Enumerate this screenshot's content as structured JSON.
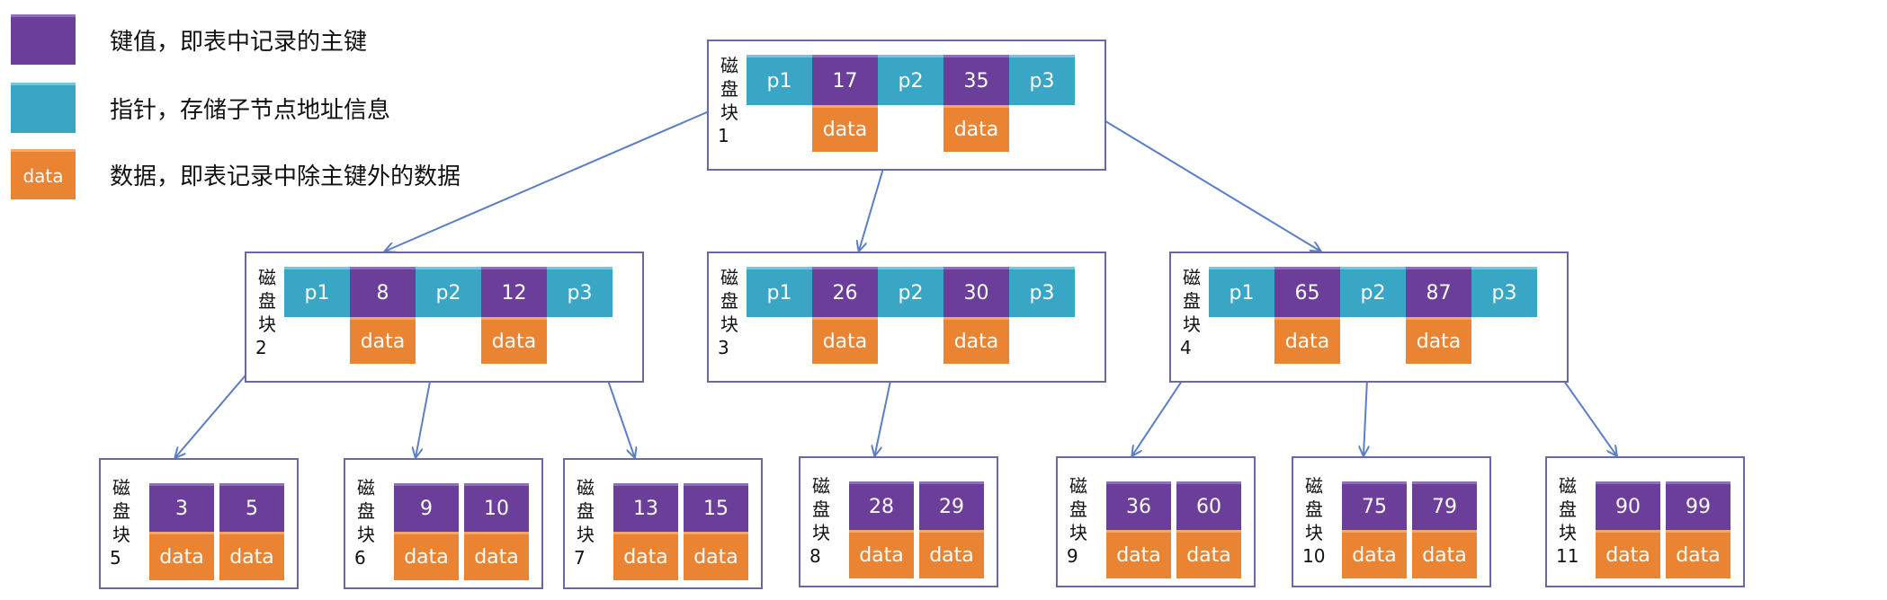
{
  "colors": {
    "key": "#6b3f99",
    "pointer": "#3aa6c6",
    "data": "#ea8432",
    "border": "#6a6aa0",
    "arrow": "#5b7fc4"
  },
  "legend": [
    {
      "type": "key",
      "swatch": "",
      "text": "键值，即表中记录的主键"
    },
    {
      "type": "pointer",
      "swatch": "",
      "text": "指针，存储子节点地址信息"
    },
    {
      "type": "data",
      "swatch": "data",
      "text": "数据，即表记录中除主键外的数据"
    }
  ],
  "block_label": "磁盘块",
  "data_label": "data",
  "internal_nodes": [
    {
      "num": "1",
      "pointers": [
        "p1",
        "p2",
        "p3"
      ],
      "keys": [
        "17",
        "35"
      ]
    },
    {
      "num": "2",
      "pointers": [
        "p1",
        "p2",
        "p3"
      ],
      "keys": [
        "8",
        "12"
      ]
    },
    {
      "num": "3",
      "pointers": [
        "p1",
        "p2",
        "p3"
      ],
      "keys": [
        "26",
        "30"
      ]
    },
    {
      "num": "4",
      "pointers": [
        "p1",
        "p2",
        "p3"
      ],
      "keys": [
        "65",
        "87"
      ]
    }
  ],
  "leaf_nodes": [
    {
      "num": "5",
      "keys": [
        "3",
        "5"
      ]
    },
    {
      "num": "6",
      "keys": [
        "9",
        "10"
      ]
    },
    {
      "num": "7",
      "keys": [
        "13",
        "15"
      ]
    },
    {
      "num": "8",
      "keys": [
        "28",
        "29"
      ]
    },
    {
      "num": "9",
      "keys": [
        "36",
        "60"
      ]
    },
    {
      "num": "10",
      "keys": [
        "75",
        "79"
      ]
    },
    {
      "num": "11",
      "keys": [
        "90",
        "99"
      ]
    }
  ],
  "edges": [
    {
      "from": "1",
      "pointer": 0,
      "to": "2"
    },
    {
      "from": "1",
      "pointer": 1,
      "to": "3"
    },
    {
      "from": "1",
      "pointer": 2,
      "to": "4"
    },
    {
      "from": "2",
      "pointer": 0,
      "to": "5"
    },
    {
      "from": "2",
      "pointer": 1,
      "to": "6"
    },
    {
      "from": "2",
      "pointer": 2,
      "to": "7"
    },
    {
      "from": "3",
      "pointer": 1,
      "to": "8"
    },
    {
      "from": "4",
      "pointer": 0,
      "to": "9"
    },
    {
      "from": "4",
      "pointer": 1,
      "to": "10"
    },
    {
      "from": "4",
      "pointer": 2,
      "to": "11"
    }
  ]
}
